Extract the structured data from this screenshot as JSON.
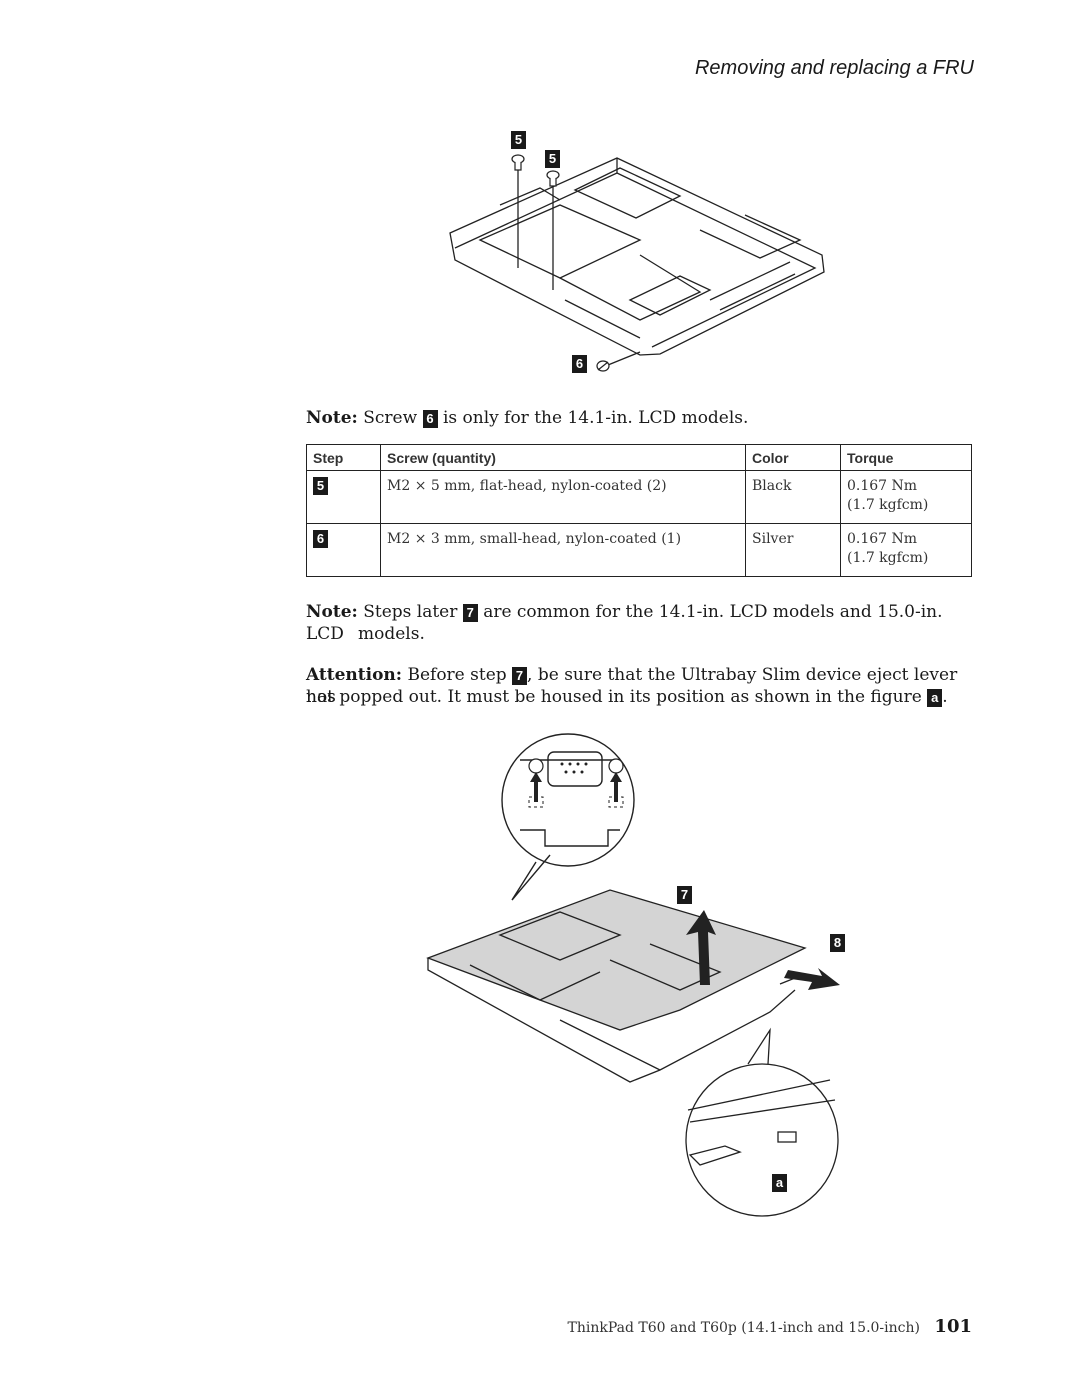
{
  "header": {
    "title": "Removing and replacing a FRU"
  },
  "figure1": {
    "callouts": [
      "5",
      "5",
      "6"
    ]
  },
  "note1": {
    "label": "Note:",
    "before": "Screw",
    "callout": "6",
    "after": "is only for the 14.1-in. LCD models."
  },
  "table": {
    "headers": [
      "Step",
      "Screw (quantity)",
      "Color",
      "Torque"
    ],
    "rows": [
      {
        "step": "5",
        "screw": "M2 × 5 mm, flat-head, nylon-coated (2)",
        "color": "Black",
        "torque_1": "0.167 Nm",
        "torque_2": "(1.7 kgfcm)"
      },
      {
        "step": "6",
        "screw": "M2 × 3 mm, small-head, nylon-coated (1)",
        "color": "Silver",
        "torque_1": "0.167 Nm",
        "torque_2": "(1.7 kgfcm)"
      }
    ]
  },
  "note2": {
    "label": "Note:",
    "before": "Steps later",
    "callout": "7",
    "after": "are common for the 14.1-in. LCD models and 15.0-in. LCD",
    "continuation": "models."
  },
  "attention": {
    "label": "Attention:",
    "before": "Before step",
    "callout": "7",
    "after": ", be sure that the Ultrabay Slim device eject lever has",
    "line2": "not popped out. It must be housed in its position as shown in the figure",
    "callout2": "a",
    "end": "."
  },
  "figure2": {
    "callouts": [
      "7",
      "8",
      "a"
    ]
  },
  "footer": {
    "text": "ThinkPad T60 and T60p (14.1-inch and 15.0-inch)",
    "page": "101"
  }
}
